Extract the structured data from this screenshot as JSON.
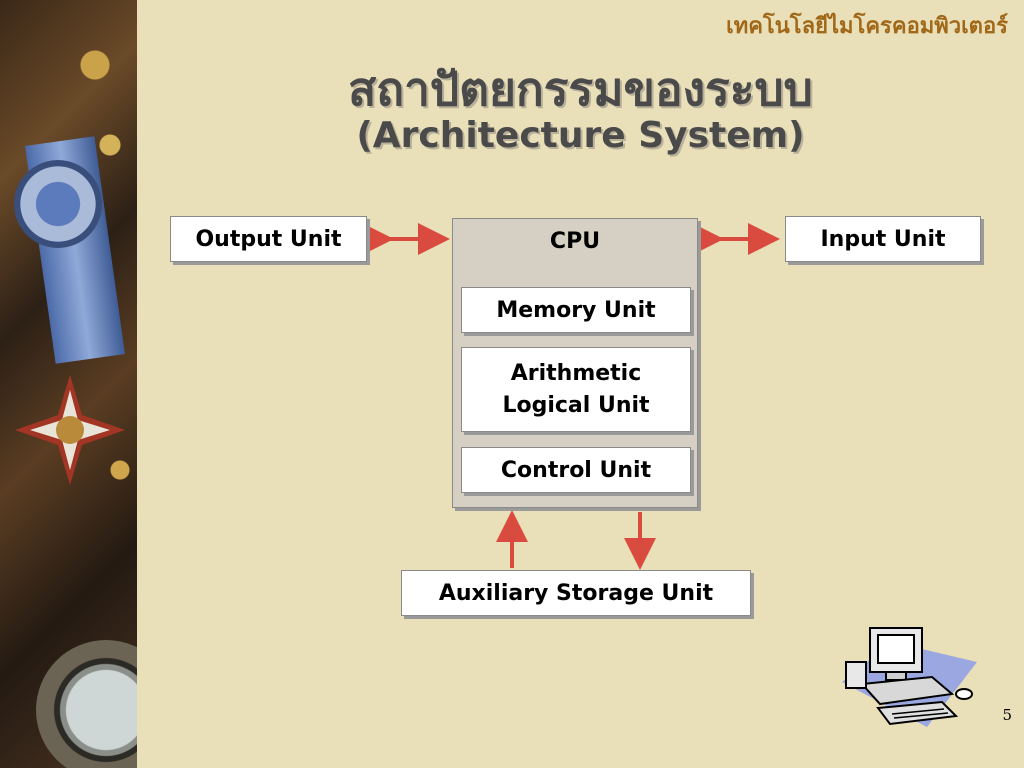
{
  "header": {
    "subject": "เทคโนโลยีไมโครคอมพิวเตอร์"
  },
  "title": {
    "thai": "สถาปัตยกรรมของระบบ",
    "english": "(Architecture System)"
  },
  "diagram": {
    "output_unit": "Output Unit",
    "input_unit": "Input Unit",
    "cpu": {
      "label": "CPU",
      "memory_unit": "Memory Unit",
      "alu_line1": "Arithmetic",
      "alu_line2": "Logical Unit",
      "control_unit": "Control Unit"
    },
    "auxiliary_storage": "Auxiliary Storage Unit",
    "arrow_color": "#d94a3f"
  },
  "footer": {
    "page_number": "5"
  }
}
